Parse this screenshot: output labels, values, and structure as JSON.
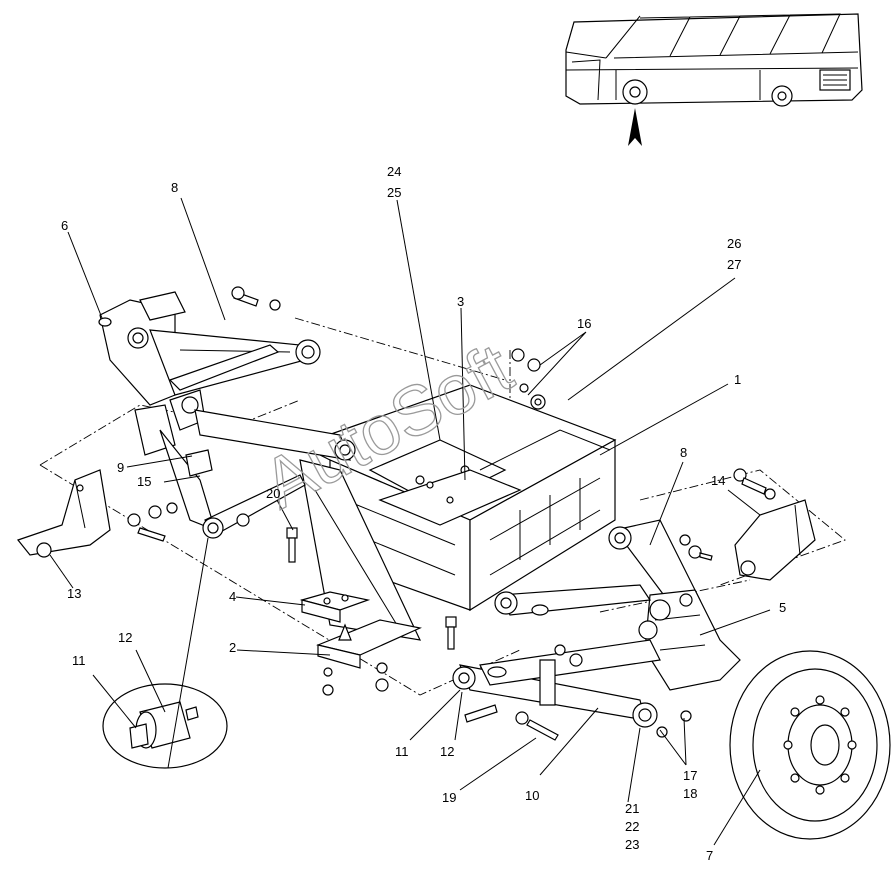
{
  "watermark": "AutoSoft",
  "callouts": {
    "c1": "1",
    "c2": "2",
    "c3": "3",
    "c4": "4",
    "c5": "5",
    "c6": "6",
    "c7": "7",
    "c8a": "8",
    "c8b": "8",
    "c9": "9",
    "c10": "10",
    "c11a": "11",
    "c11b": "11",
    "c12a": "12",
    "c12b": "12",
    "c13": "13",
    "c14": "14",
    "c15": "15",
    "c16": "16",
    "c17": "17",
    "c18": "18",
    "c19": "19",
    "c20": "20",
    "c21": "21",
    "c22": "22",
    "c23": "23",
    "c24": "24",
    "c25": "25",
    "c26": "26",
    "c27": "27"
  }
}
